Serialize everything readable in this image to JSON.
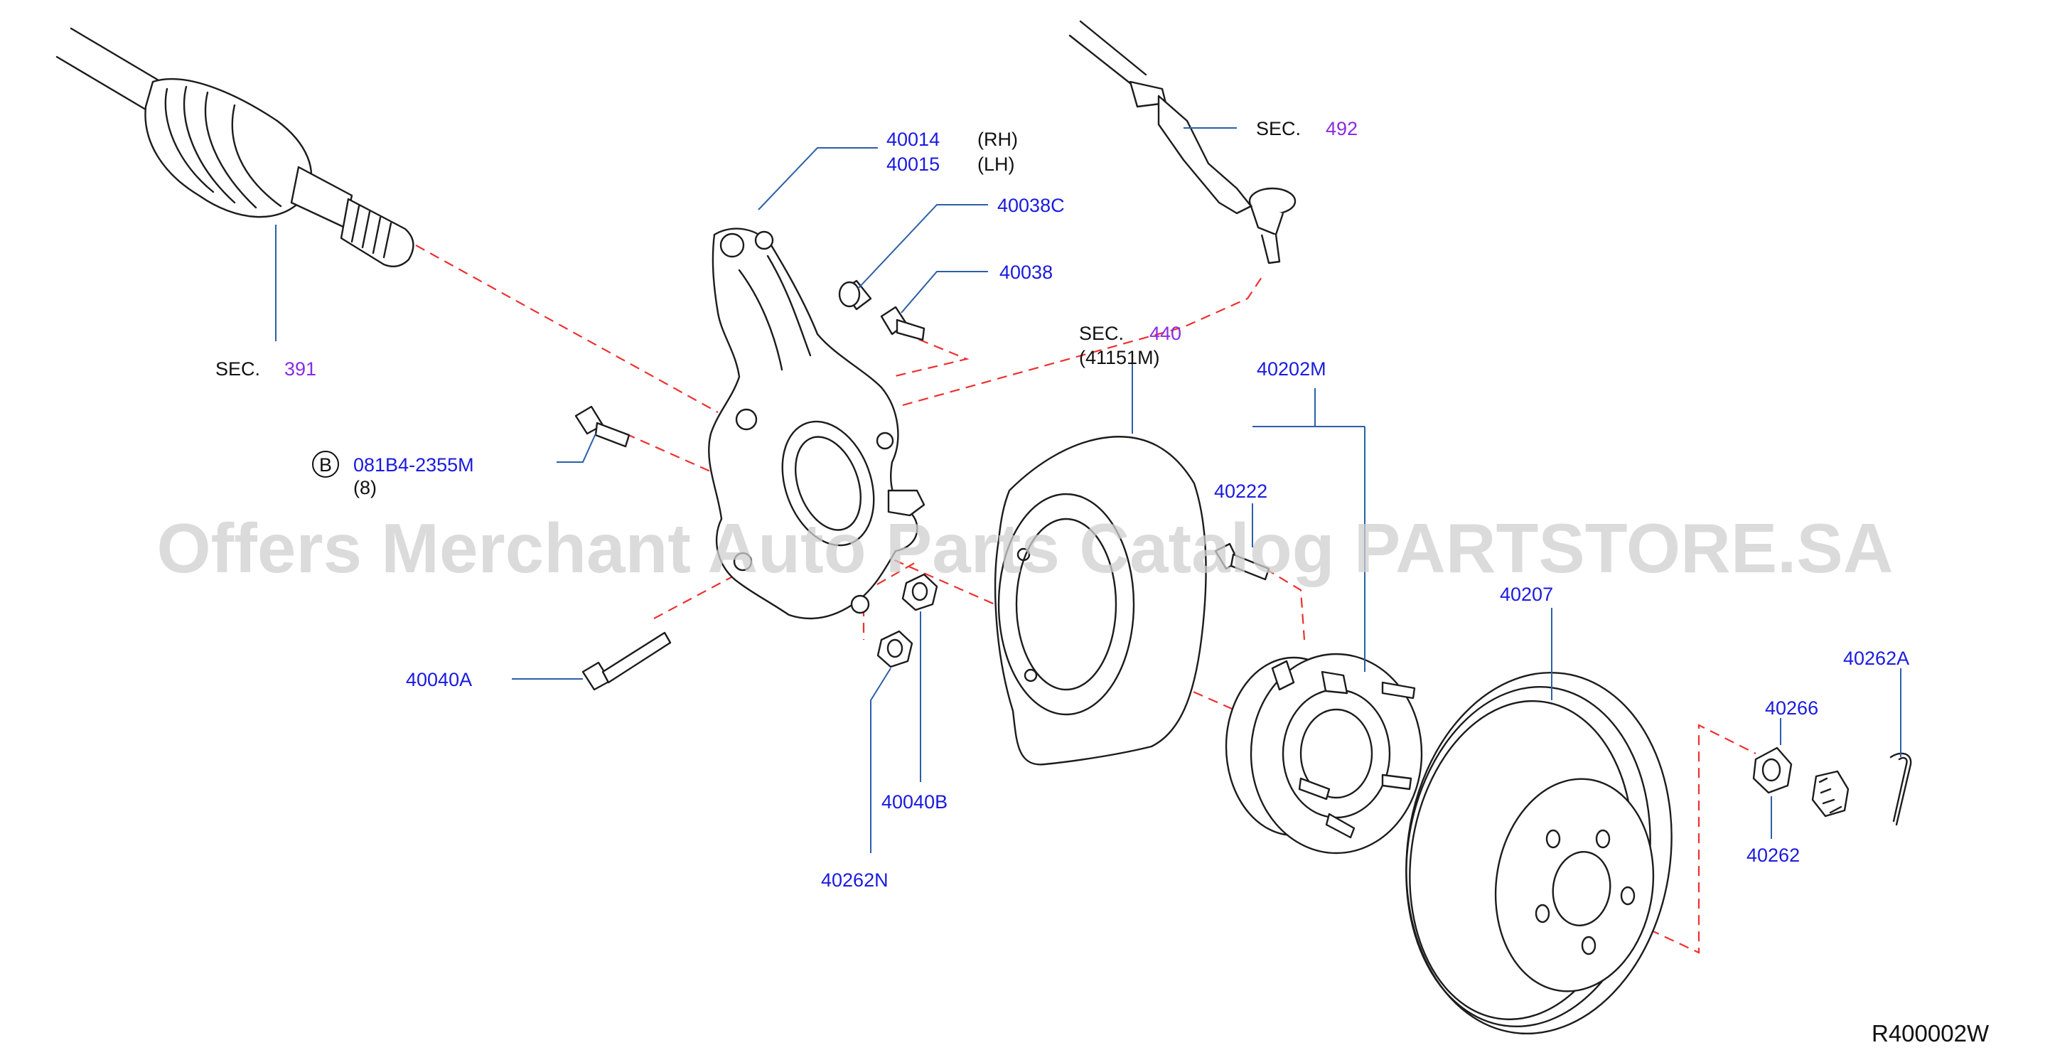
{
  "labels": {
    "p40014": "40014",
    "p40014_side": "(RH)",
    "p40015": "40015",
    "p40015_side": "(LH)",
    "p40038c": "40038C",
    "p40038": "40038",
    "sec_prefix": "SEC.",
    "sec391": "391",
    "sec492": "492",
    "sec440": "440",
    "sec440_sub": "(41151M)",
    "p40202m": "40202M",
    "p40222": "40222",
    "p40207": "40207",
    "p40262a": "40262A",
    "p40266": "40266",
    "p40262": "40262",
    "bolt_circle_letter": "B",
    "bolt_code": "081B4-2355M",
    "bolt_qty": "(8)",
    "p40040a": "40040A",
    "p40040b": "40040B",
    "p40262n": "40262N",
    "diagram_code": "R400002W"
  },
  "watermark": "Offers Merchant Auto Parts Catalog PARTSTORE.SA",
  "colors": {
    "part_number": "#1a1ae0",
    "section_ref": "#8a2be2",
    "leader": "#2b5fa8",
    "dashed_guide": "#ee3030",
    "line_art": "#1c1c1c",
    "watermark": "#cfcfcf"
  }
}
